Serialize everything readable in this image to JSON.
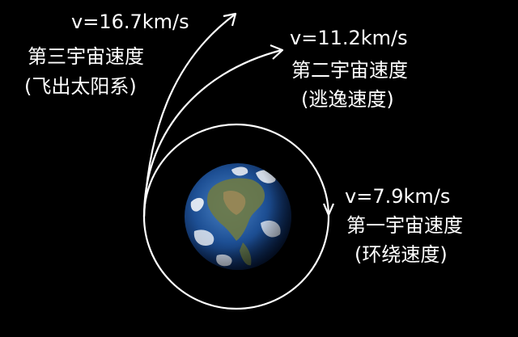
{
  "velocities": [
    {
      "id": "third",
      "speed": "v=16.7km/s",
      "name": "第三宇宙速度",
      "meaning": "(飞出太阳系)"
    },
    {
      "id": "second",
      "speed": "v=11.2km/s",
      "name": "第二宇宙速度",
      "meaning": "(逃逸速度)"
    },
    {
      "id": "first",
      "speed": "v=7.9km/s",
      "name": "第一宇宙速度",
      "meaning": "(环绕速度)"
    }
  ],
  "colors": {
    "background": "#000000",
    "trajectory": "#ffffff",
    "text": "#ffffff"
  },
  "icons": {
    "planet": "earth-icon"
  }
}
